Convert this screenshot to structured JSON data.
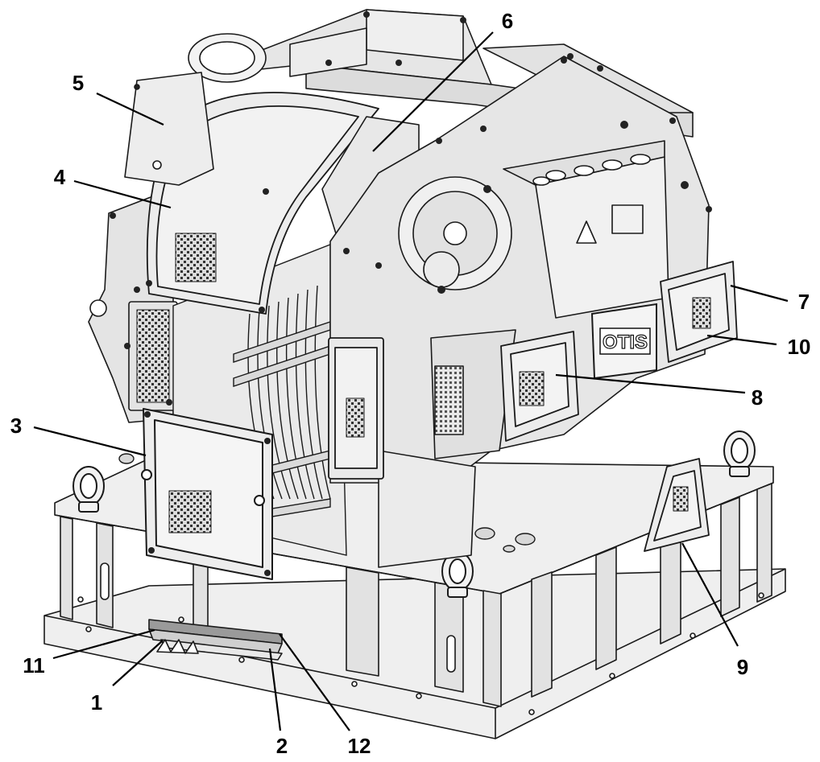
{
  "callouts": {
    "c1": "1",
    "c2": "2",
    "c3": "3",
    "c4": "4",
    "c5": "5",
    "c6": "6",
    "c7": "7",
    "c8": "8",
    "c9": "9",
    "c10": "10",
    "c11": "11",
    "c12": "12"
  },
  "nameplate": {
    "brand": "OTIS"
  },
  "colors": {
    "line": "#1a1a1a",
    "panel": "#e4e4e4",
    "panel_light": "#efefef",
    "panel_dark": "#c9c9c9",
    "background": "#ffffff"
  }
}
